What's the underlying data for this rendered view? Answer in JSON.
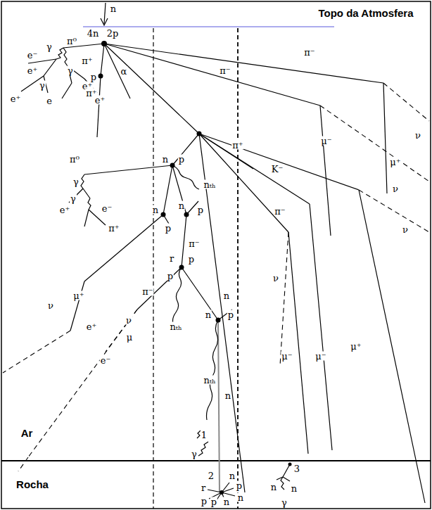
{
  "diagram": {
    "labels": [
      "Topo da Atmosfera",
      "n",
      "4n",
      "2p",
      "π⁰",
      "e⁻",
      "γ",
      "e⁺",
      "γ",
      "e⁺",
      "γ",
      "e⁺",
      "e",
      "e⁺",
      "π⁺",
      "p",
      "α",
      "π⁺",
      "π⁻",
      "π⁻",
      "π⁰",
      "n",
      "p",
      "nₜₕ",
      "γ",
      "γ",
      "e⁺",
      "e⁻",
      "n",
      "p",
      "n",
      "p",
      "π⁺",
      "π⁻",
      "r",
      "p",
      "p",
      "π⁻",
      "μ⁺",
      "ν",
      "e⁺",
      "ν",
      "μ",
      "e⁻",
      "nₜₕ",
      "n",
      "p",
      "nₜₕ",
      "n",
      "n",
      "π⁺",
      "K⁻",
      "μ⁻",
      "μ⁺",
      "ν",
      "ν",
      "ν",
      "π⁻",
      "ν",
      "μ⁻",
      "μ⁻",
      "μ⁺",
      "Ar",
      "Rocha",
      "1",
      "γ",
      "2",
      "3",
      "n",
      "n",
      "γ",
      "r",
      "p",
      "p",
      "n",
      "n",
      "p",
      "n"
    ]
  }
}
